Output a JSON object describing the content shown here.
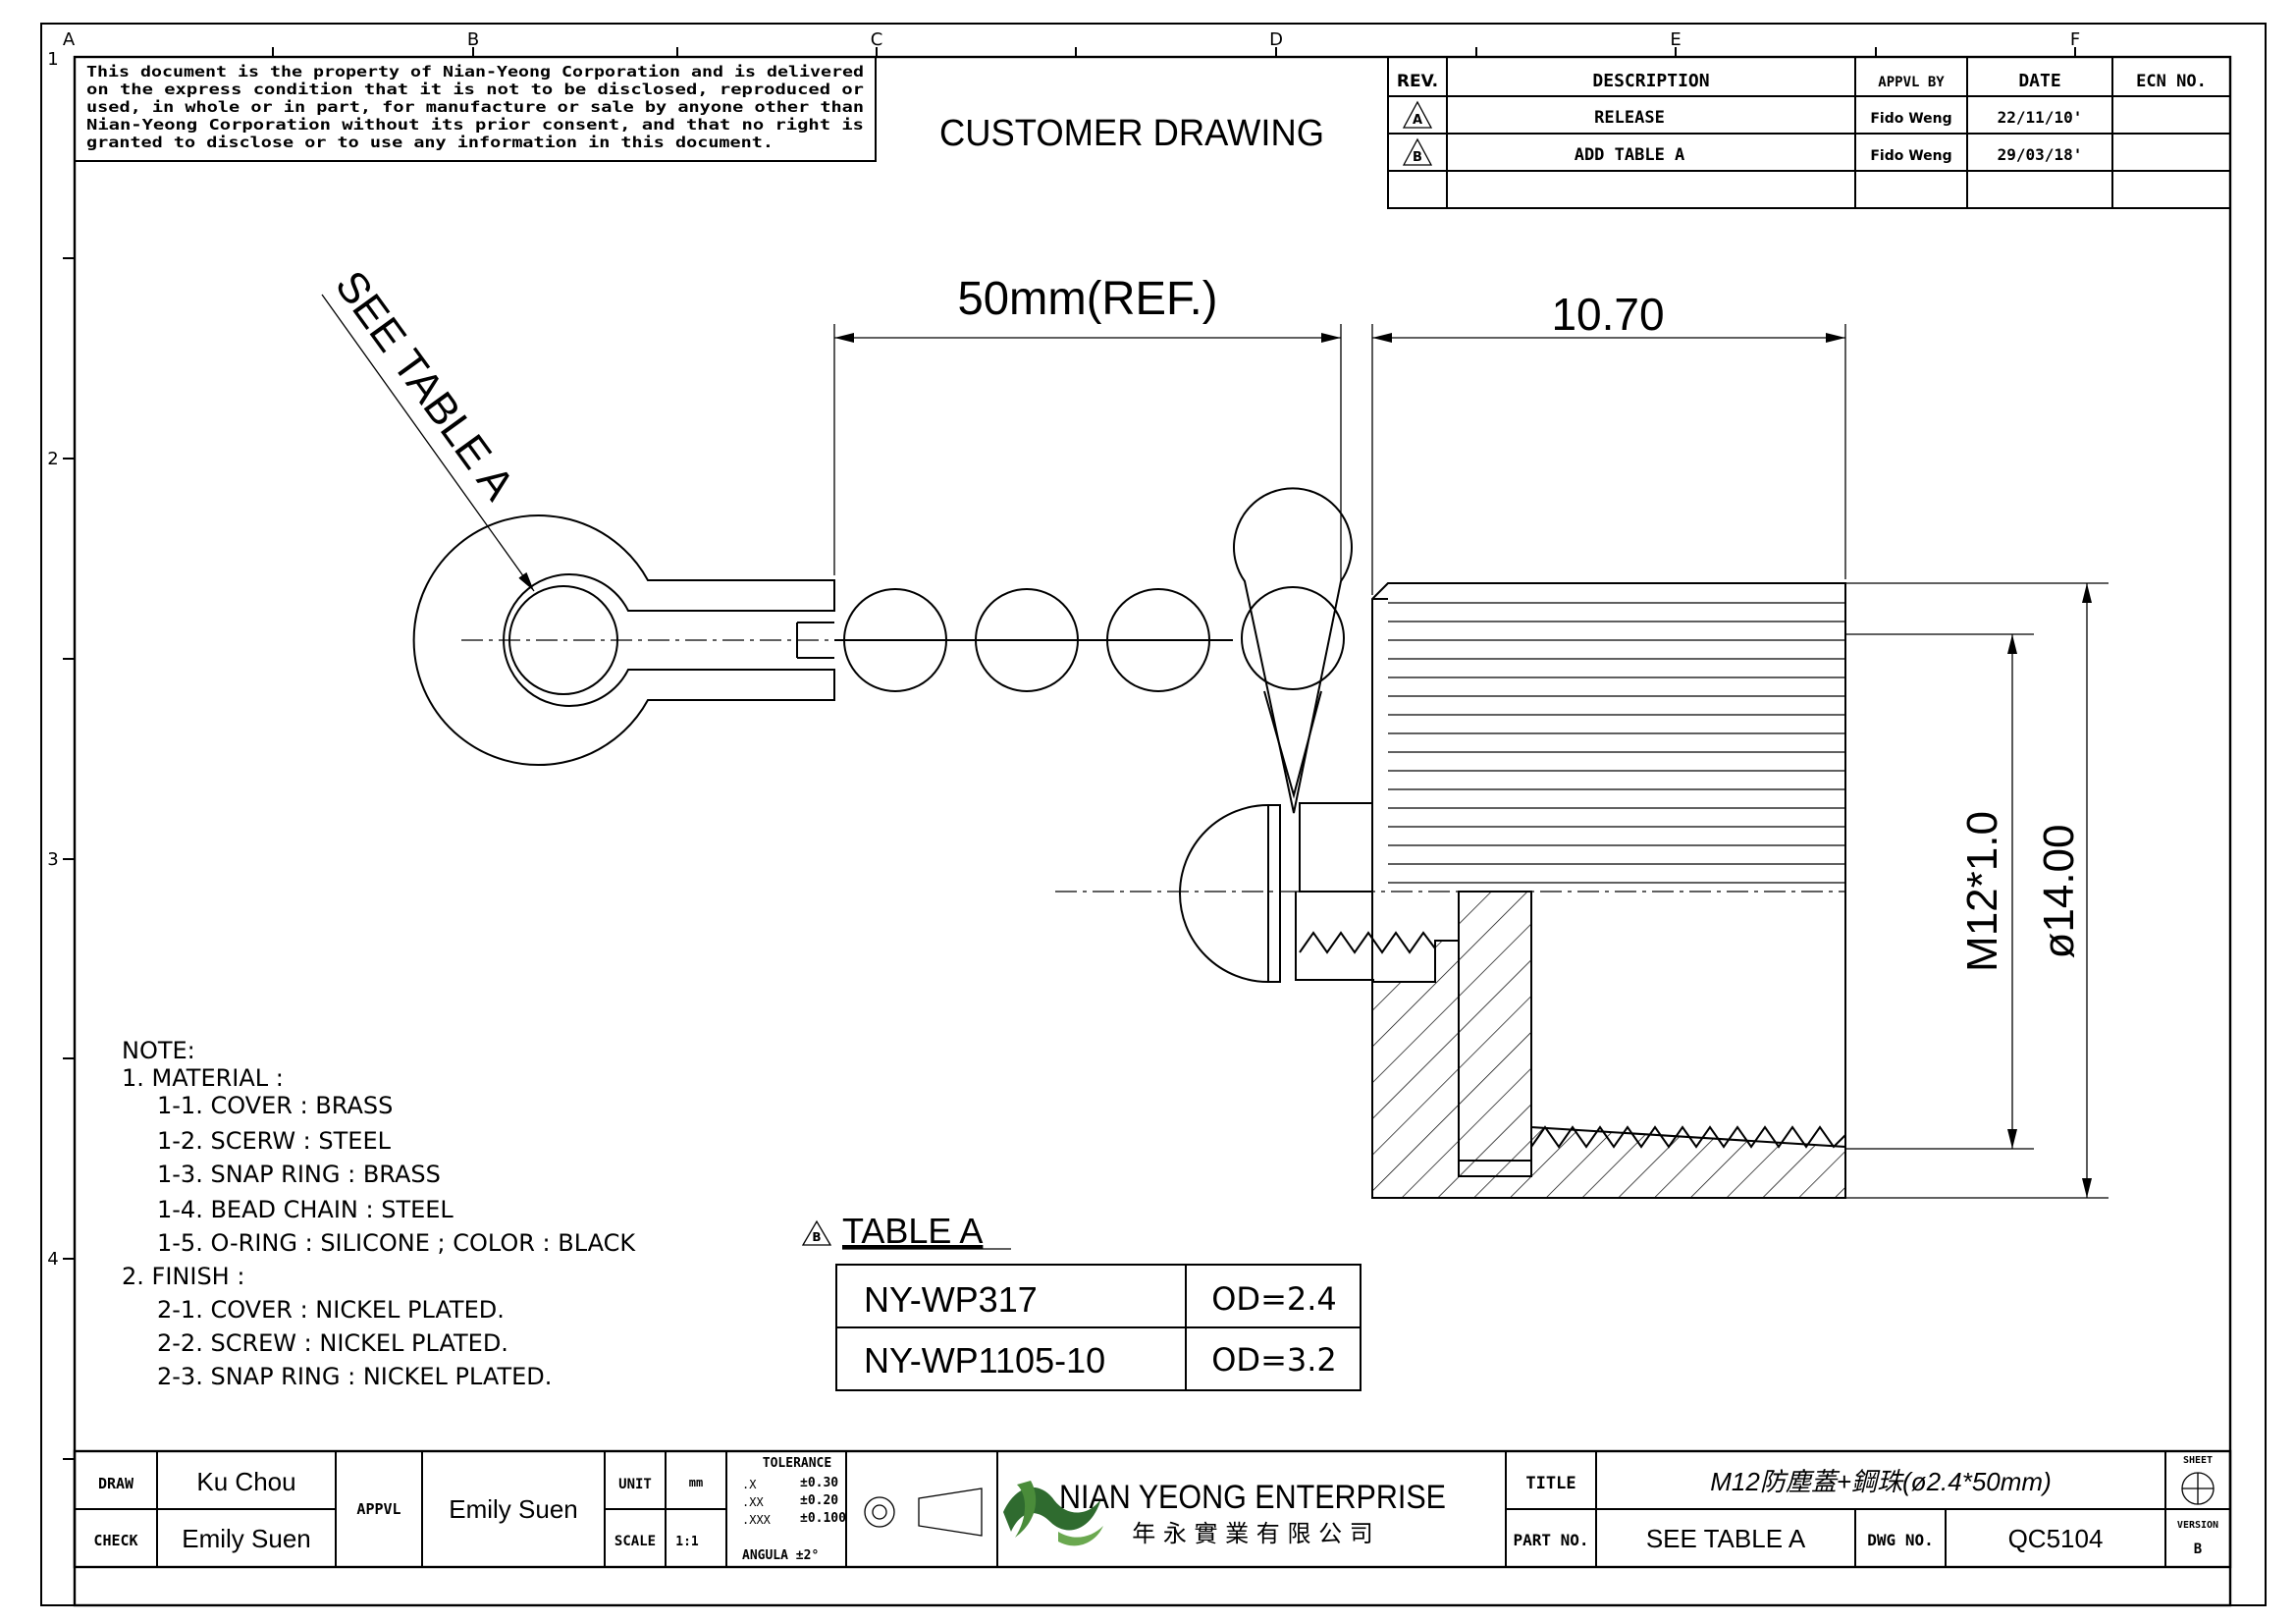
{
  "grid": {
    "columns": [
      "A",
      "B",
      "C",
      "D",
      "E",
      "F"
    ],
    "rows": [
      "1",
      "2",
      "3",
      "4"
    ]
  },
  "disclaimer": [
    "This document is the property of Nian-Yeong Corporation and is delivered",
    "on  the  express condition that it is not to be disclosed, reproduced or",
    "used, in whole or in part, for manufacture or sale by anyone other than",
    "Nian-Yeong Corporation without  its prior consent, and that  no right  is",
    "granted to disclose or to use any information in this  document."
  ],
  "drawing_title": "CUSTOMER  DRAWING",
  "revision_table": {
    "headers": [
      "REV.",
      "DESCRIPTION",
      "APPVL BY",
      "DATE",
      "ECN NO."
    ],
    "rows": [
      {
        "rev": "A",
        "description": "RELEASE",
        "approved_by": "Fido Weng",
        "date": "22/11/10'",
        "ecn": ""
      },
      {
        "rev": "B",
        "description": "ADD TABLE A",
        "approved_by": "Fido Weng",
        "date": "29/03/18'",
        "ecn": ""
      }
    ]
  },
  "dimensions": {
    "chain_length": "50mm(REF.)",
    "cover_length": "10.70",
    "thread": "M12*1.0",
    "diameter": "ø14.00",
    "leader_note": "SEE TABLE A"
  },
  "notes": {
    "heading": "NOTE:",
    "lines": [
      "1.  MATERIAL  :",
      "1-1.  COVER  :  BRASS",
      "1-2.  SCERW  :  STEEL",
      "1-3.  SNAP  RING  :  BRASS",
      "1-4.  BEAD  CHAIN  :  STEEL",
      "1-5.  O-RING  :  SILICONE  ;  COLOR  :  BLACK",
      "2.  FINISH  :",
      "2-1.  COVER  :  NICKEL  PLATED.",
      "2-2.  SCREW  :  NICKEL  PLATED.",
      "2-3.  SNAP  RING  :  NICKEL  PLATED."
    ]
  },
  "table_a": {
    "rev_marker": "B",
    "title": "TABLE  A",
    "rows": [
      {
        "part": "NY-WP317",
        "od": "OD=2.4"
      },
      {
        "part": "NY-WP1105-10",
        "od": "OD=3.2"
      }
    ]
  },
  "title_block": {
    "draw_label": "DRAW",
    "draw_value": "Ku Chou",
    "check_label": "CHECK",
    "check_value": "Emily Suen",
    "appvl_label": "APPVL",
    "appvl_value": "Emily Suen",
    "unit_label": "UNIT",
    "unit_value": "mm",
    "scale_label": "SCALE",
    "scale_value": "1:1",
    "tolerance_title": "TOLERANCE",
    "tolerance_rows": [
      {
        "k": ".X",
        "v": "±0.30"
      },
      {
        "k": ".XX",
        "v": "±0.20"
      },
      {
        "k": ".XXX",
        "v": "±0.100"
      }
    ],
    "angular": "ANGULA   ±2°",
    "company_name": "NIAN YEONG ENTERPRISE",
    "company_chinese": "年 永 實 業 有 限 公 司",
    "title_label": "TITLE",
    "title_value": "M12防塵蓋+鋼珠(ø2.4*50mm)",
    "part_label": "PART NO.",
    "part_value": "SEE TABLE A",
    "dwg_label": "DWG NO.",
    "dwg_value": "QC5104",
    "sheet_label": "SHEET",
    "version_label": "VERSION",
    "version_value": "B"
  }
}
